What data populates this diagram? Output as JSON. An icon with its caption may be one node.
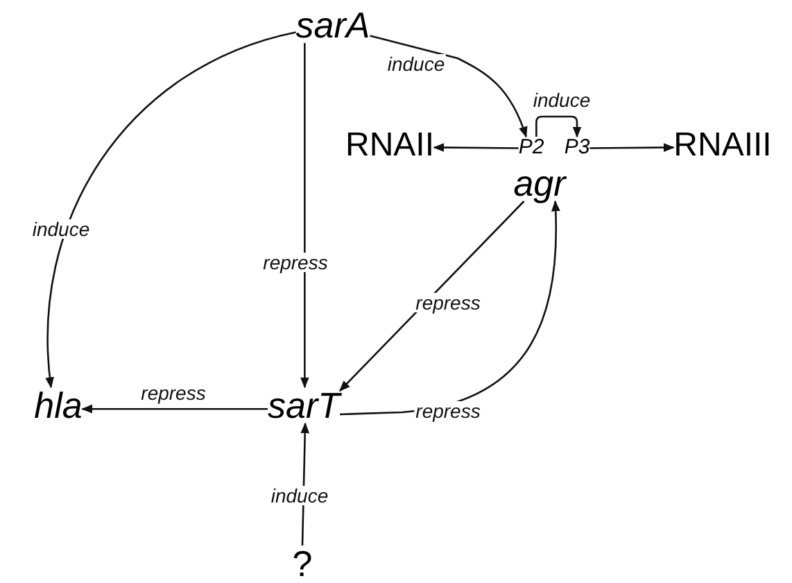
{
  "diagram": {
    "nodes": [
      {
        "text": [
          "sarA"
        ]
      },
      {
        "text": [
          "P2"
        ]
      },
      {
        "text": [
          "P3"
        ]
      },
      {
        "text": [
          "agr"
        ]
      },
      {
        "text": [
          "RNAII"
        ]
      },
      {
        "text": [
          "RNAIII"
        ]
      },
      {
        "text": [
          "hla"
        ]
      },
      {
        "text": [
          "sarT"
        ]
      },
      {
        "text": [
          "?"
        ]
      }
    ],
    "edges": [
      {
        "from": 0,
        "to": 6,
        "arrow": "to",
        "label": "induce"
      },
      {
        "from": 0,
        "to": 1,
        "arrow": "to",
        "label": "induce"
      },
      {
        "from": 0,
        "to": 7,
        "arrow": "to",
        "label": "repress"
      },
      {
        "from": 1,
        "to": 2,
        "arrow": "to",
        "label": "induce"
      },
      {
        "from": 1,
        "to": 4,
        "arrow": "to"
      },
      {
        "from": 2,
        "to": 5,
        "arrow": "to"
      },
      {
        "from": 3,
        "to": 7,
        "arrow": "to",
        "label": "repress"
      },
      {
        "from": 7,
        "to": 3,
        "arrow": "to",
        "label": "repress"
      },
      {
        "from": 7,
        "to": 6,
        "arrow": "to",
        "label": "repress"
      },
      {
        "from": 8,
        "to": 7,
        "arrow": "to",
        "label": "induce"
      }
    ]
  }
}
